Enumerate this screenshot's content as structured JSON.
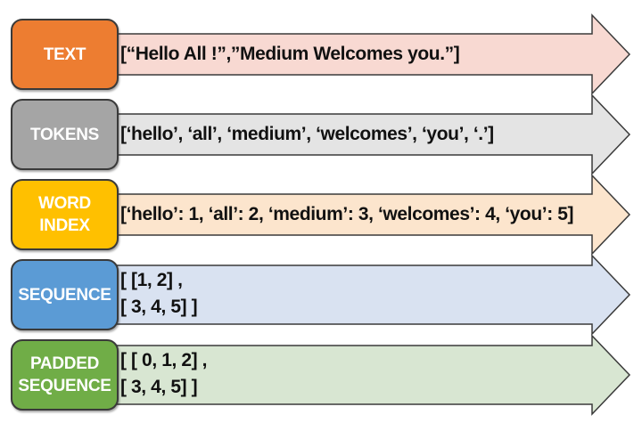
{
  "rows": [
    {
      "label": "TEXT",
      "content": "[“Hello All !”,”Medium Welcomes you.”]",
      "label_color": "#ED7D31",
      "arrow_color": "#F8D9D2"
    },
    {
      "label": "TOKENS",
      "content": "[‘hello’, ‘all’, ‘medium’, ‘welcomes’, ‘you’, ‘.’]",
      "label_color": "#A5A5A5",
      "arrow_color": "#E4E4E4"
    },
    {
      "label": "WORD\nINDEX",
      "content": "[‘hello’: 1, ‘all’: 2, ‘medium’: 3, ‘welcomes’: 4, ‘you’: 5]",
      "label_color": "#FFC000",
      "arrow_color": "#FCE5CD"
    },
    {
      "label": "SEQUENCE",
      "content": "[ [1, 2] ,\n[ 3, 4, 5] ]",
      "label_color": "#5B9BD5",
      "arrow_color": "#D9E2F1"
    },
    {
      "label": "PADDED\nSEQUENCE",
      "content": "[ [ 0, 1, 2] ,\n[ 3, 4, 5] ]",
      "label_color": "#70AD47",
      "arrow_color": "#D8E6D2"
    }
  ]
}
